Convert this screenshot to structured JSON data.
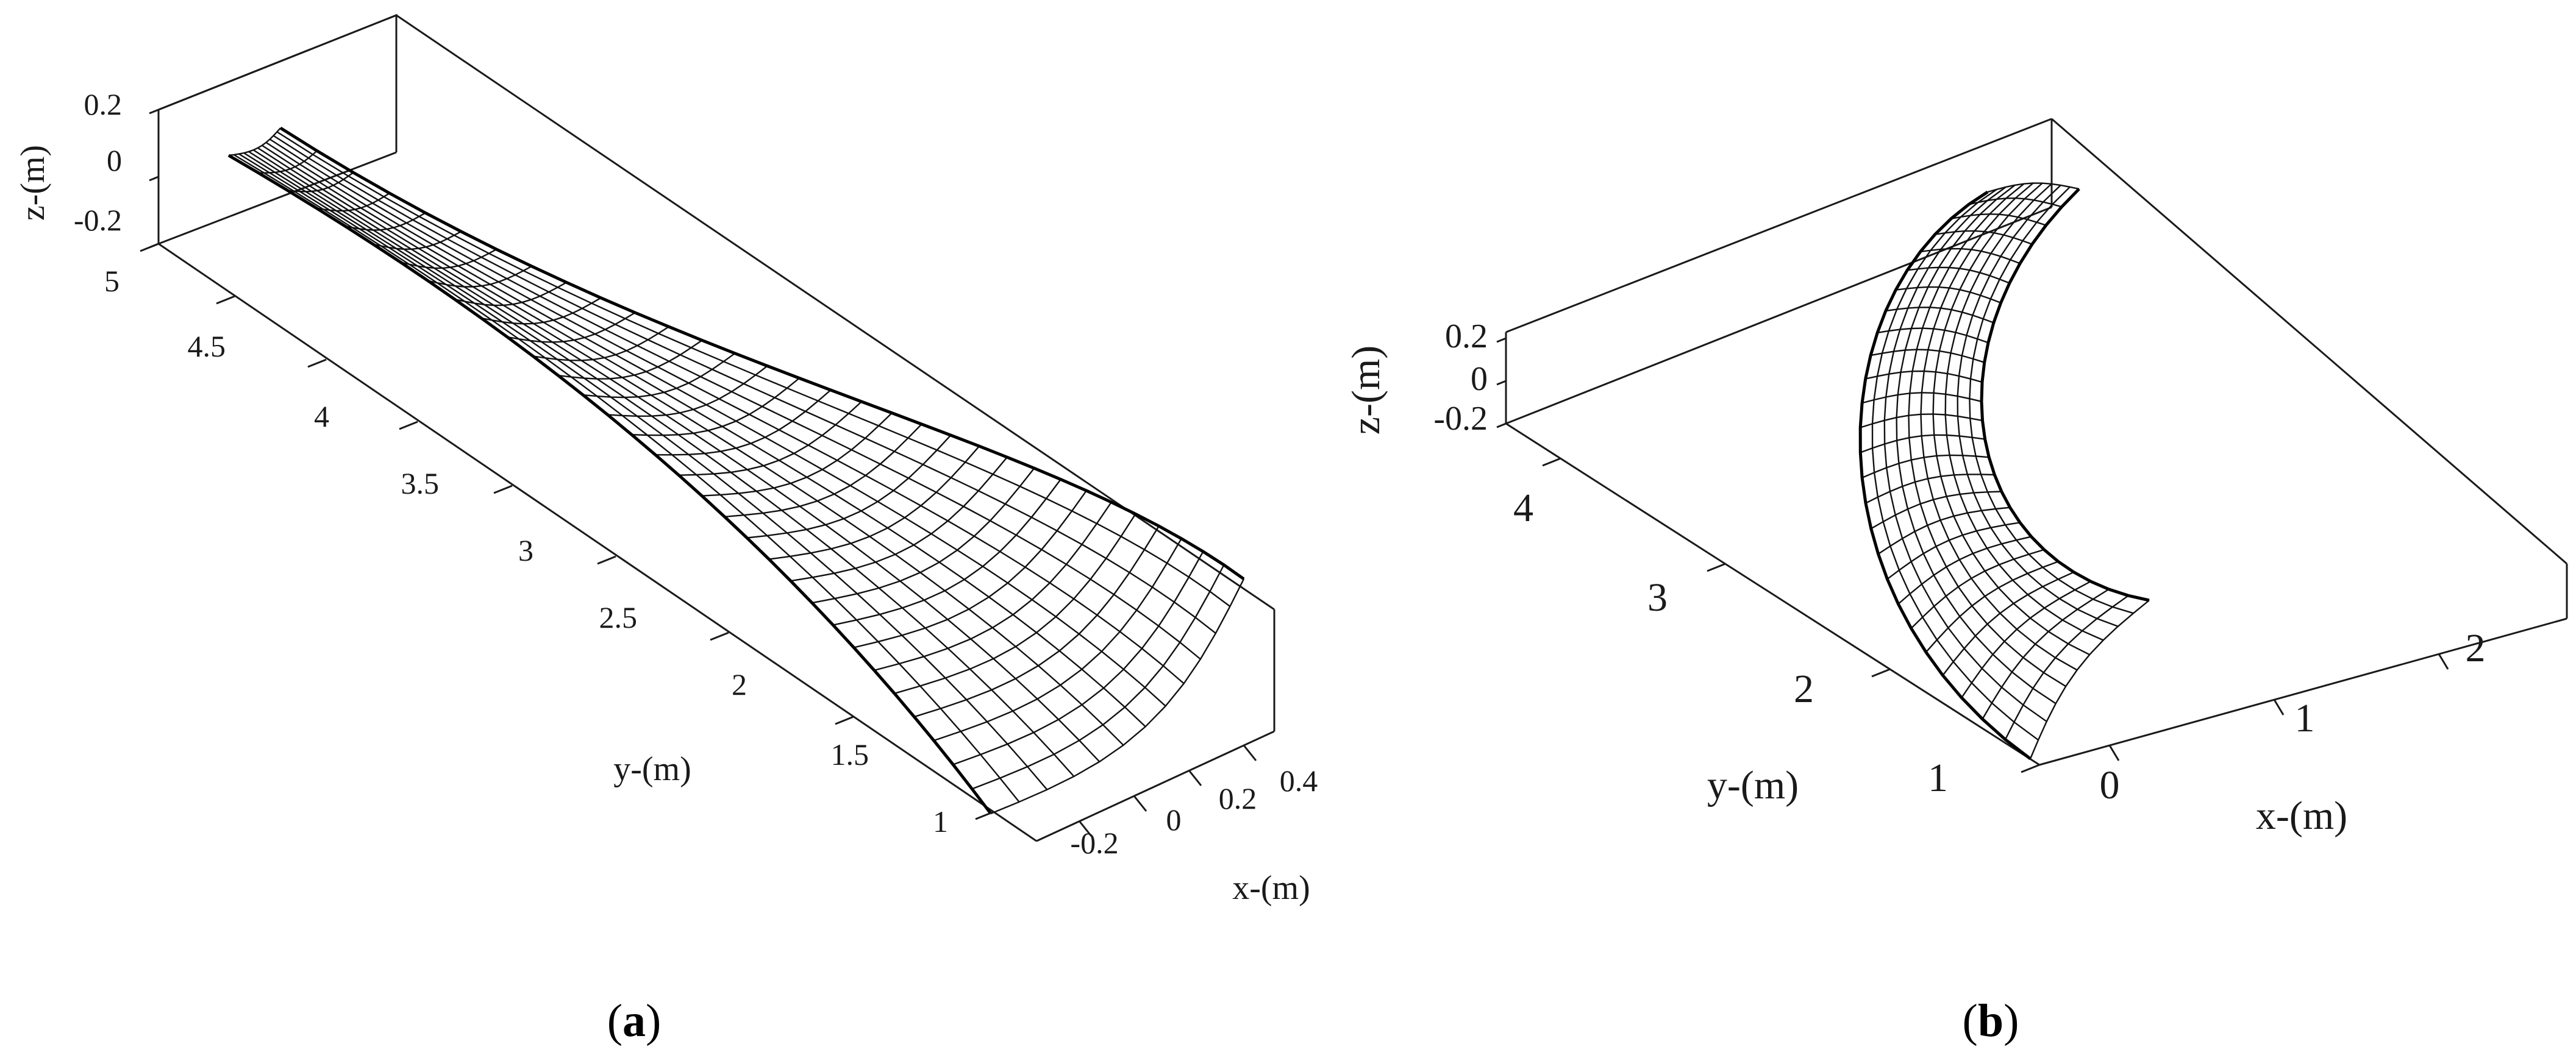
{
  "panel_a": {
    "z_ticks": [
      "0.2",
      "0",
      "-0.2"
    ],
    "y_ticks": [
      "5",
      "4.5",
      "4",
      "3.5",
      "3",
      "2.5",
      "2",
      "1.5",
      "1"
    ],
    "x_ticks": [
      "-0.2",
      "0",
      "0.2",
      "0.4"
    ],
    "z_label": "z-(m)",
    "y_label": "y-(m)",
    "x_label": "x-(m)",
    "caption_open": "(",
    "caption_letter": "a",
    "caption_close": ")"
  },
  "panel_b": {
    "z_ticks": [
      "0.2",
      "0",
      "-0.2"
    ],
    "y_ticks": [
      "4",
      "3",
      "2",
      "1"
    ],
    "x_ticks": [
      "0",
      "1",
      "2"
    ],
    "z_label": "z-(m)",
    "y_label": "y-(m)",
    "x_label": "x-(m)",
    "caption_open": "(",
    "caption_letter": "b",
    "caption_close": ")"
  }
}
